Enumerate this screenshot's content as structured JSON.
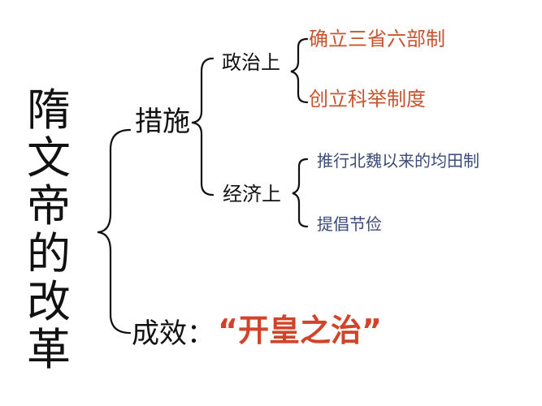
{
  "title": {
    "chars": [
      "隋",
      "文",
      "帝",
      "的",
      "改",
      "革"
    ]
  },
  "branches": {
    "measures": {
      "label": "措施",
      "political": {
        "label": "政治上",
        "items": [
          "确立三省六部制",
          "创立科举制度"
        ]
      },
      "economic": {
        "label": "经济上",
        "items": [
          "推行北魏以来的均田制",
          "提倡节俭"
        ]
      }
    },
    "effect": {
      "label": "成效：",
      "value": "“开皇之治”"
    }
  }
}
